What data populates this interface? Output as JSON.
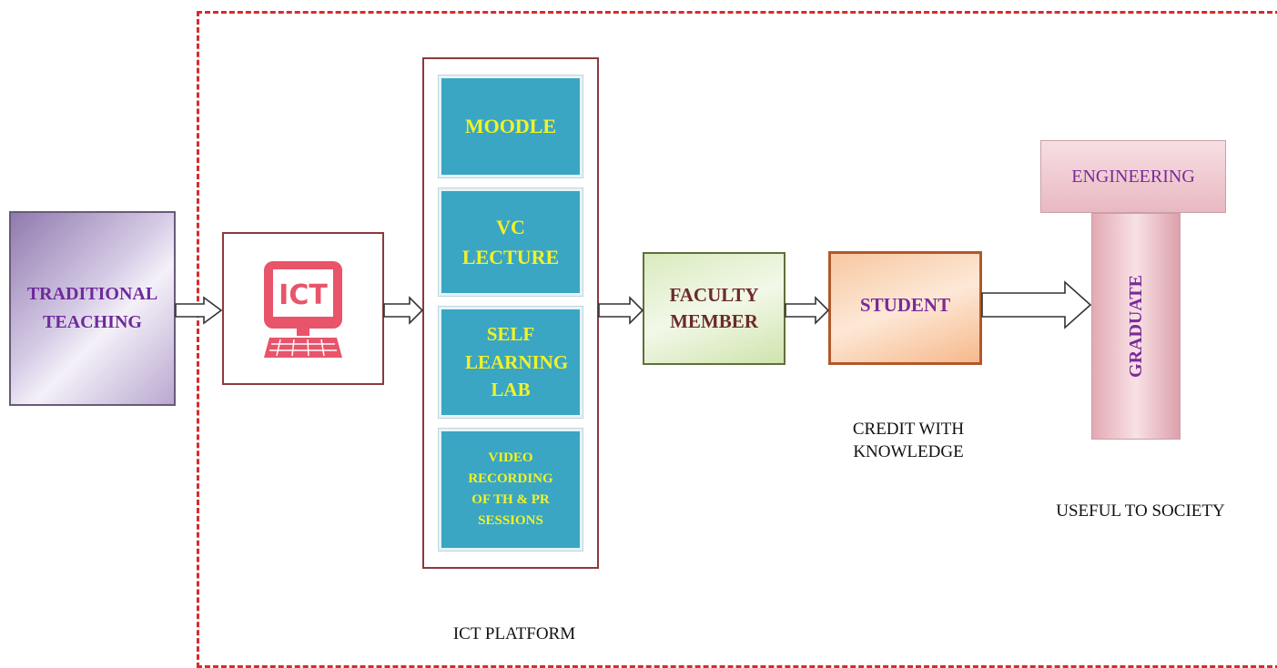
{
  "nodes": {
    "traditional": "TRADITIONAL TEACHING",
    "ict_logo": "ICT",
    "faculty": "FACULTY MEMBER",
    "student": "STUDENT",
    "engineering": "ENGINEERING",
    "graduate": "GRADUATE"
  },
  "platform_items": [
    "MOODLE",
    "VC LECTURE",
    "SELF LEARNING LAB",
    "VIDEO RECORDING OF TH & PR SESSIONS"
  ],
  "captions": {
    "platform": "ICT PLATFORM",
    "credit": "CREDIT WITH KNOWLEDGE",
    "society": "USEFUL TO SOCIETY"
  },
  "colors": {
    "frame": "#d82b2b",
    "tile": "#3aa6c4",
    "tile_text": "#f2f227",
    "logo": "#e8546a"
  }
}
